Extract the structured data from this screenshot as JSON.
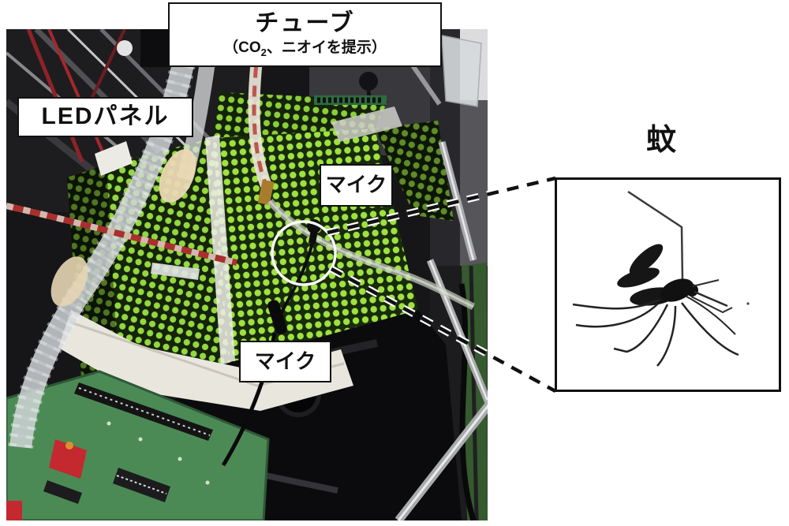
{
  "labels": {
    "tube": {
      "title": "チューブ",
      "subtitle_prefix": "（CO",
      "subtitle_sub": "2",
      "subtitle_suffix": "、ニオイを提示）"
    },
    "led_panel": "LEDパネル",
    "mic_upper": "マイク",
    "mic_lower": "マイク",
    "mosquito": "蚊"
  },
  "icons": {
    "focus_circle": "white-circle-annotation",
    "callout_lines": "dashed-callout-lines",
    "inset_illustration": "mosquito-silhouette"
  },
  "colors": {
    "led_dot_green": "#93d83e",
    "pcb_green": "#4c8a55",
    "label_border": "#111111",
    "callout_line": "#111111",
    "callout_halo": "#ffffff",
    "photo_background": "#161618"
  }
}
